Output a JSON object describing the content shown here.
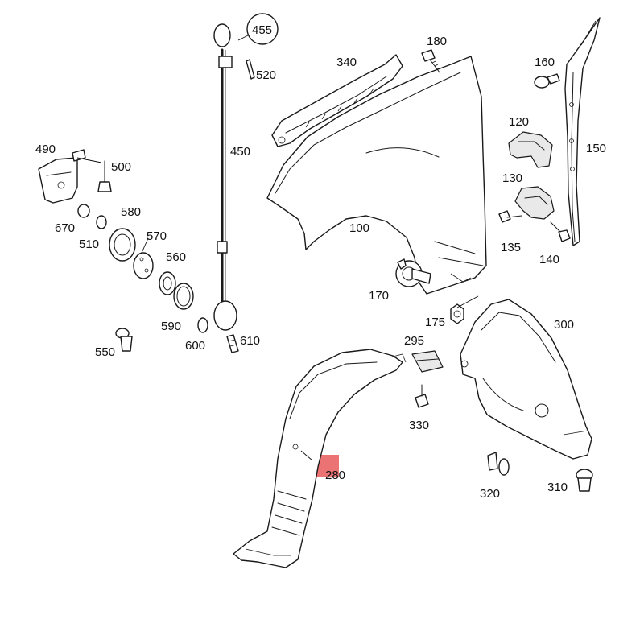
{
  "diagram": {
    "highlight_color": "#e85a5a",
    "line_color": "#1a1a1a",
    "callouts": {
      "c100": "100",
      "c120": "120",
      "c130": "130",
      "c135": "135",
      "c140": "140",
      "c150": "150",
      "c160": "160",
      "c170": "170",
      "c175": "175",
      "c180": "180",
      "c280": "280",
      "c295": "295",
      "c300": "300",
      "c310": "310",
      "c320": "320",
      "c330": "330",
      "c340": "340",
      "c450": "450",
      "c455": "455",
      "c490": "490",
      "c500": "500",
      "c510": "510",
      "c520": "520",
      "c550": "550",
      "c560": "560",
      "c570": "570",
      "c580": "580",
      "c590": "590",
      "c600": "600",
      "c610": "610",
      "c670": "670"
    }
  }
}
